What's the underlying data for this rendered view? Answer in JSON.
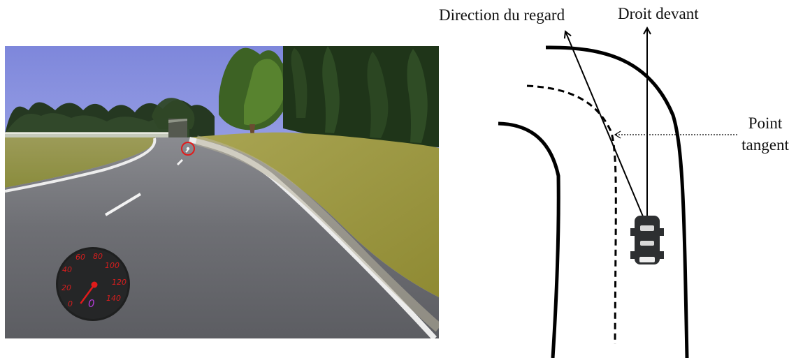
{
  "diagram": {
    "labels": {
      "gaze_direction": "Direction du regard",
      "straight_ahead": "Droit devant",
      "tangent_point": "Point tangent"
    }
  },
  "simulator": {
    "speedometer": {
      "scale": [
        "0",
        "20",
        "40",
        "60",
        "80",
        "100",
        "120",
        "140"
      ],
      "digital_speed": "0",
      "needle_color": "#e01b1b",
      "scale_color": "#d71e1e",
      "digital_color": "#b23bd6"
    },
    "target_marker_color": "#e11b1b",
    "icons": [
      "tangent-point-marker-icon",
      "speedometer-gauge-icon",
      "car-icon"
    ]
  }
}
